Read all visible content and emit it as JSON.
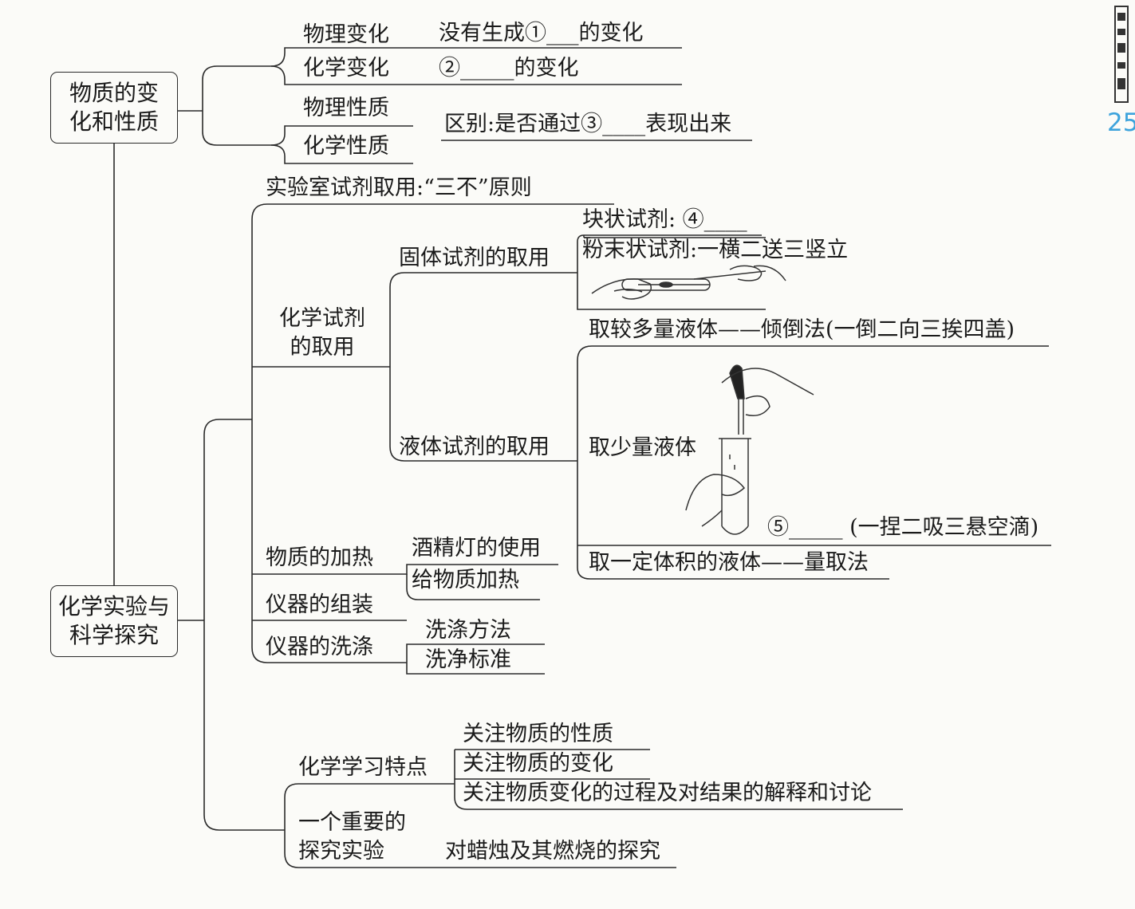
{
  "page_number": "25",
  "root1": {
    "title_line1": "物质的变",
    "title_line2": "化和性质",
    "change": {
      "physical": "物理变化",
      "physical_desc": "没有生成①___的变化",
      "chemical": "化学变化",
      "chemical_desc": "②_____的变化"
    },
    "property": {
      "physical": "物理性质",
      "chemical": "化学性质",
      "difference": "区别:是否通过③____表现出来"
    }
  },
  "root2": {
    "title_line1": "化学实验与",
    "title_line2": "科学探究",
    "lab_rule": "实验室试剂取用:“三不”原则",
    "reagent": {
      "title_line1": "化学试剂",
      "title_line2": "的取用",
      "solid": {
        "label": "固体试剂的取用",
        "lump": "块状试剂: ④____",
        "powder": "粉末状试剂:一横二送三竖立"
      },
      "liquid": {
        "label": "液体试剂的取用",
        "large": "取较多量液体——倾倒法(一倒二向三挨四盖)",
        "small": "取少量液体",
        "small_method": "⑤_____ (一捏二吸三悬空滴)",
        "volume": "取一定体积的液体——量取法"
      }
    },
    "heating": {
      "label": "物质的加热",
      "lamp": "酒精灯的使用",
      "heat": "给物质加热"
    },
    "assembly": "仪器的组装",
    "washing": {
      "label": "仪器的洗涤",
      "method": "洗涤方法",
      "standard": "洗净标准"
    },
    "study": {
      "label": "化学学习特点",
      "items": [
        "关注物质的性质",
        "关注物质的变化",
        "关注物质变化的过程及对结果的解释和讨论"
      ]
    },
    "experiment": {
      "label_line1": "一个重要的",
      "label_line2": "探究实验",
      "content": "对蜡烛及其燃烧的探究"
    }
  }
}
